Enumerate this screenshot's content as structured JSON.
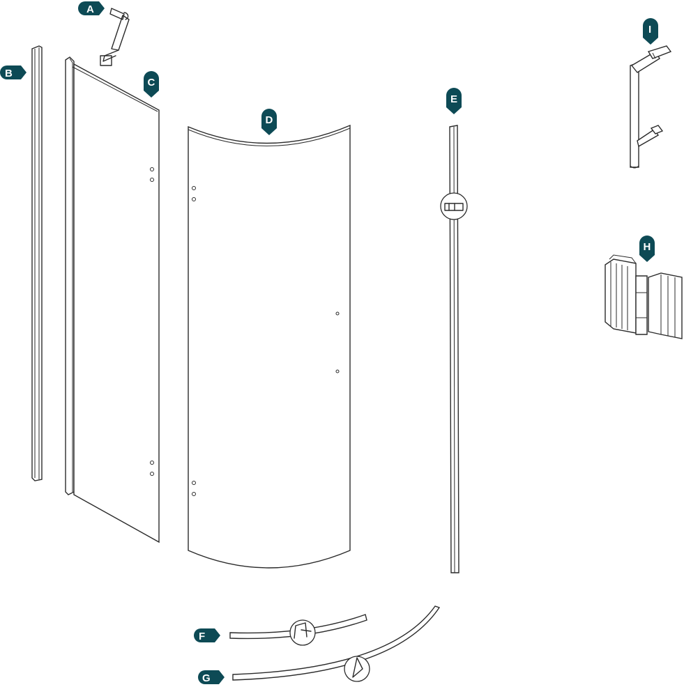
{
  "colors": {
    "marker": "#0d4a55",
    "marker_text": "#ffffff",
    "line": "#2a2a2a",
    "background": "#ffffff"
  },
  "labels": {
    "a": "A",
    "b": "B",
    "c": "C",
    "d": "D",
    "e": "E",
    "f": "F",
    "g": "G",
    "h": "H",
    "i": "I"
  }
}
